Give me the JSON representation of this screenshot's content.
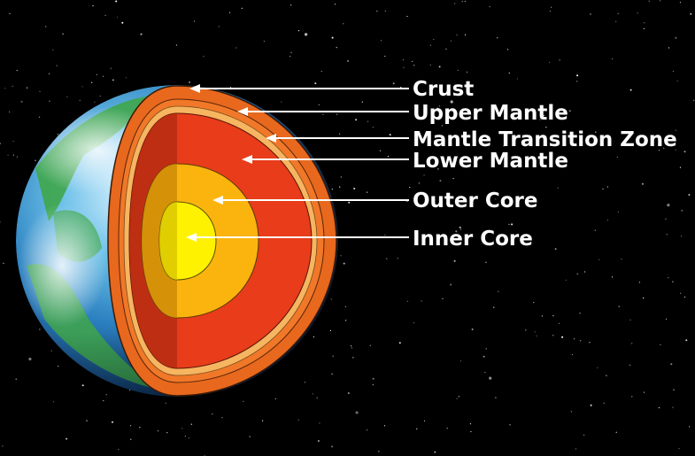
{
  "layers": [
    {
      "id": "crust",
      "label": "Crust"
    },
    {
      "id": "upper-mantle",
      "label": "Upper Mantle"
    },
    {
      "id": "transition-zone",
      "label": "Mantle Transition Zone"
    },
    {
      "id": "lower-mantle",
      "label": "Lower Mantle"
    },
    {
      "id": "outer-core",
      "label": "Outer Core"
    },
    {
      "id": "inner-core",
      "label": "Inner Core"
    }
  ],
  "colors": {
    "space": "#000000",
    "stars": "#ffffff",
    "crust": "#e8681e",
    "upper_mantle": "#f07828",
    "transition_zone": "#f6b560",
    "lower_mantle": "#e83c1a",
    "lower_mantle_shadow": "#b02a10",
    "outer_core": "#fbb40e",
    "outer_core_shadow": "#cc8a08",
    "inner_core": "#fef200",
    "inner_core_shadow": "#d8c400",
    "ocean": "#1f8bd0",
    "land": "#3fa64a",
    "pointer": "#ffffff"
  }
}
